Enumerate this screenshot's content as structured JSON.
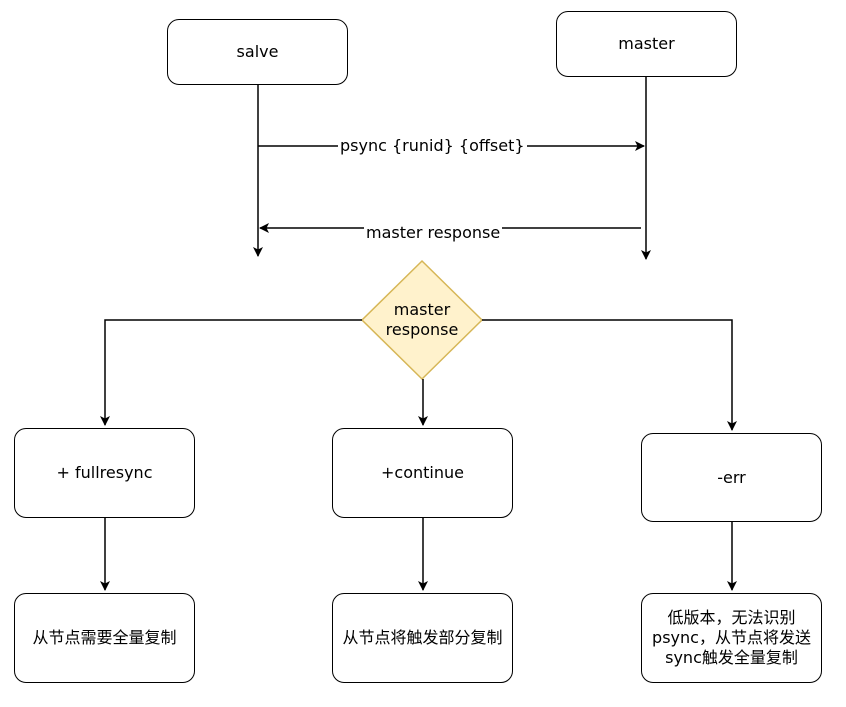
{
  "nodes": {
    "salve": "salve",
    "master": "master",
    "decision": [
      "master",
      "response"
    ],
    "fullresync": "+ fullresync",
    "continue": "+continue",
    "err": "-err",
    "full_copy": "从节点需要全量复制",
    "partial_copy": "从节点将触发部分复制",
    "low_version": "低版本，无法识别psync，从节点将发送sync触发全量复制"
  },
  "edges": {
    "psync": "psync {runid} {offset}",
    "response": "master response"
  },
  "colors": {
    "stroke": "#000000",
    "diamond_fill": "#fff2cc",
    "diamond_stroke": "#d6b656"
  }
}
